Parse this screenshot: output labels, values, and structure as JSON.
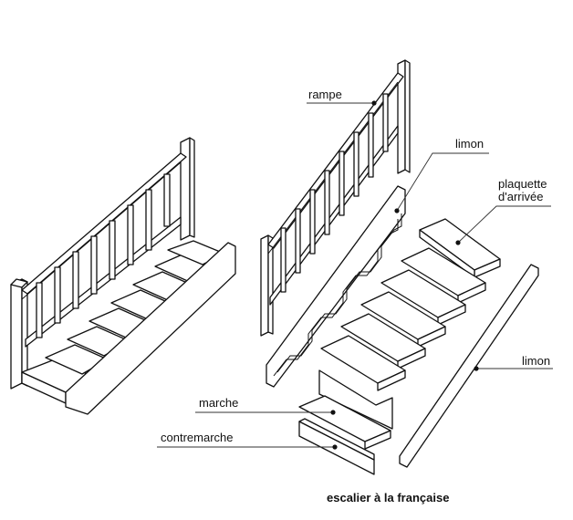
{
  "caption": "escalier à la française",
  "labels": {
    "rampe": "rampe",
    "limon_top": "limon",
    "plaquette_line1": "plaquette",
    "plaquette_line2": "d'arrivée",
    "limon_right": "limon",
    "marche": "marche",
    "contremarche": "contremarche"
  }
}
